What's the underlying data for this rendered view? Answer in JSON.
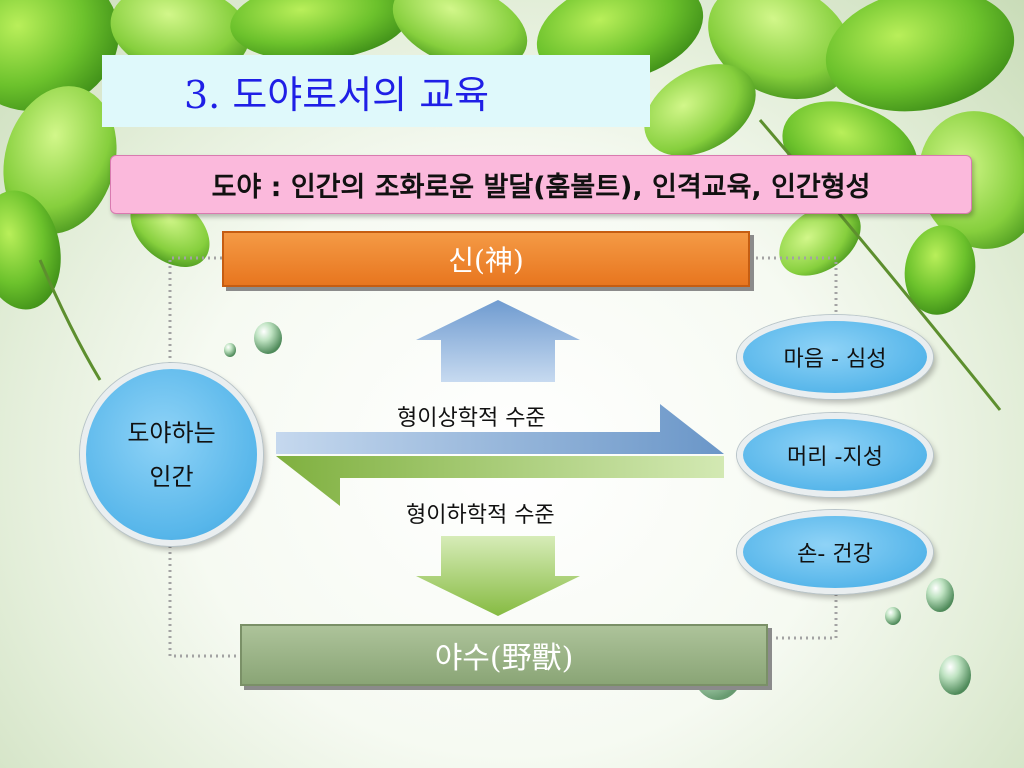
{
  "title": "3. 도야로서의 교육",
  "definition": "도야 : 인간의 조화로운 발달(훔볼트), 인격교육, 인간형성",
  "top_box": "신(神)",
  "bottom_box": "야수(野獸)",
  "human_circle": {
    "line1": "도야하는",
    "line2": "인간"
  },
  "aspects": [
    "마음 - 심성",
    "머리 -지성",
    "손- 건강"
  ],
  "upper_level": "형이상학적 수준",
  "lower_level": "형이하학적 수준",
  "colors": {
    "title_text": "#1f1fe6",
    "title_bg": "#dff9fb",
    "definition_bg": "#fbb9dc",
    "god_box": "#ee8a35",
    "beast_box": "#9cb486",
    "circle": "#57b6ea",
    "up_arrow": "#7fa9d6",
    "down_arrow": "#9cc25a"
  }
}
